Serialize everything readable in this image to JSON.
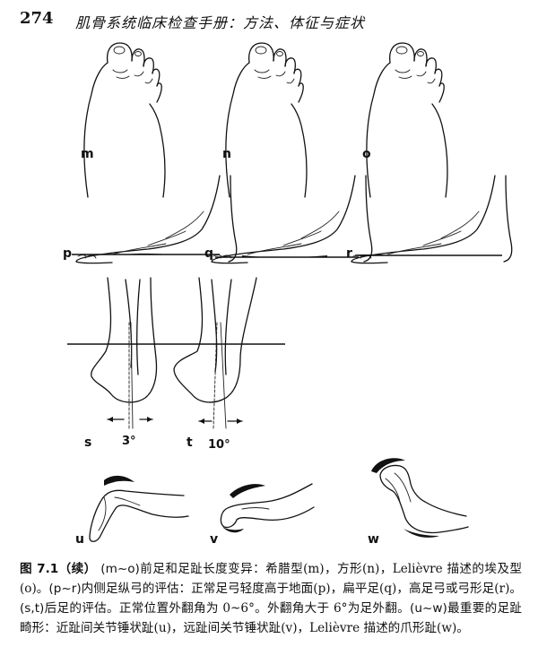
{
  "header": {
    "page_number": "274",
    "running_title": "肌骨系统临床检查手册：方法、体征与症状"
  },
  "figure_labels": {
    "m": "m",
    "n": "n",
    "o": "o",
    "p": "p",
    "q": "q",
    "r": "r",
    "s": "s",
    "t": "t",
    "u": "u",
    "v": "v",
    "w": "w"
  },
  "angles": {
    "s": "3°",
    "t": "10°"
  },
  "caption": {
    "label": "图 7.1（续）",
    "parts": [
      {
        "ref": "(m~o)",
        "text": "前足和足趾长度变异：希腊型(m)，方形(n)，Lelièvre 描述的埃及型(o)。"
      },
      {
        "ref": "(p~r)",
        "text": "内侧足纵弓的评估：正常足弓轻度高于地面(p)，扁平足(q)，高足弓或弓形足(r)。"
      },
      {
        "ref": "(s,t)",
        "text": "后足的评估。正常位置外翻角为 0~6°。外翻角大于 6°为足外翻。"
      },
      {
        "ref": "(u~w)",
        "text": "最重要的足趾畸形：近趾间关节锤状趾(u)，远趾间关节锤状趾(v)，Lelièvre 描述的爪形趾(w)。"
      }
    ]
  }
}
